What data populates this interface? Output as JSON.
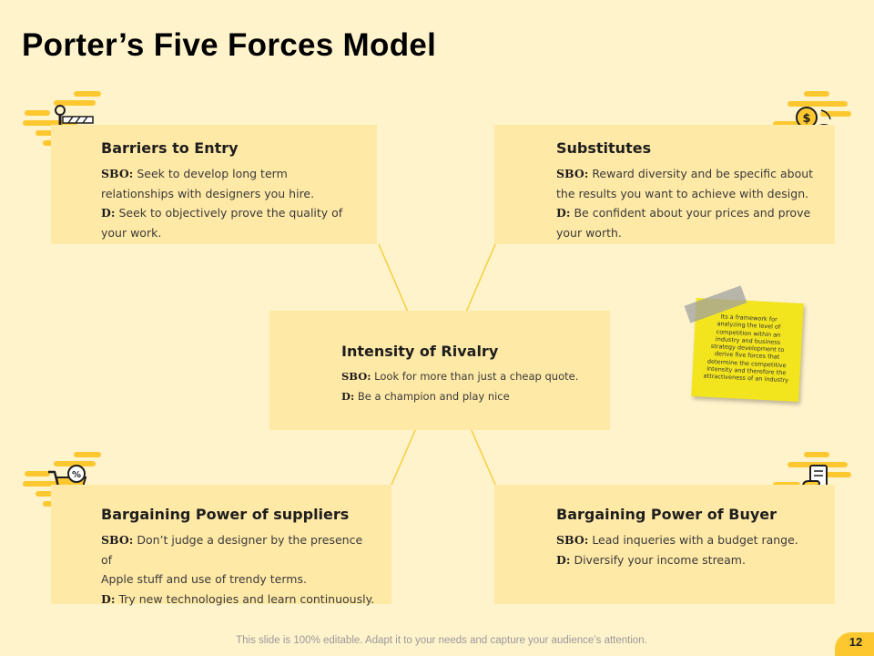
{
  "slide": {
    "title": "Porter’s Five Forces Model",
    "footer": "This slide is 100% editable. Adapt it to your needs and capture your audience’s attention.",
    "page_number": "12"
  },
  "boxes": {
    "barriers": {
      "title": "Barriers to Entry",
      "sbo_label": "SBO:",
      "sbo_line1": "Seek to develop long term",
      "sbo_line2": "relationships with designers you hire.",
      "d_label": "D:",
      "d_line1": "Seek to objectively prove the quality of",
      "d_line2": "your work."
    },
    "substitutes": {
      "title": "Substitutes",
      "sbo_label": "SBO:",
      "sbo_line1": "Reward diversity and be specific about",
      "sbo_line2": "the results you want to achieve with design.",
      "d_label": "D:",
      "d_line1": "Be confident about your prices and prove",
      "d_line2": "your worth."
    },
    "rivalry": {
      "title": "Intensity  of Rivalry",
      "sbo_label": "SBO:",
      "sbo_line1": "Look for more than just a cheap quote.",
      "d_label": "D:",
      "d_line1": "Be a champion and play nice"
    },
    "suppliers": {
      "title": "Bargaining  Power of suppliers",
      "sbo_label": "SBO:",
      "sbo_line1": "Don’t judge a designer by the presence of",
      "sbo_line2": "Apple stuff and use of trendy terms.",
      "d_label": "D:",
      "d_line1": "Try  new technologies and learn continuously."
    },
    "buyer": {
      "title": "Bargaining  Power of Buyer",
      "sbo_label": "SBO:",
      "sbo_line1": "Lead inqueries with a budget range.",
      "d_label": "D:",
      "d_line1": "Diversify your income stream."
    }
  },
  "sticky_note": {
    "lines": [
      "Its a framework for",
      "analyzing  the  level of",
      "competition  within an",
      "industry and business",
      "strategy  development  to",
      "derive five forces that",
      "determine the competitive",
      "intensity  and therefore  the",
      "attractiveness  of an industry"
    ]
  },
  "icons": {
    "barriers": "barrier-gate-icon",
    "substitutes": "currency-exchange-icon",
    "suppliers": "shopping-cart-discount-icon",
    "buyer": "hand-card-icon"
  },
  "colors": {
    "background": "#fff3cc",
    "box": "#ffe9a6",
    "accent": "#fdc82f",
    "sticky": "#f2e51e"
  }
}
